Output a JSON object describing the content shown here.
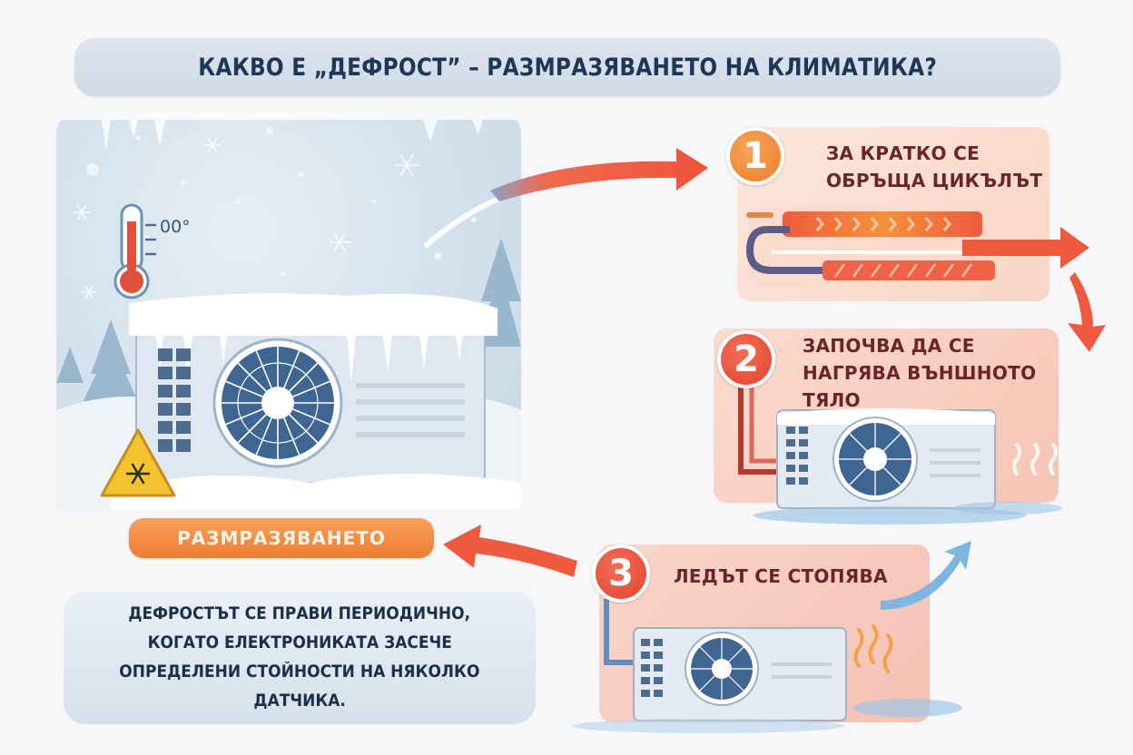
{
  "title": "КАКВО Е „ДЕФРОСТ” – РАЗМРАЗЯВАНЕТО НА КЛИМАТИКА?",
  "scene": {
    "thermometer_label": "00°",
    "icons": [
      "thermometer-icon",
      "snowflake-warning-sign-icon",
      "frozen-outdoor-unit",
      "snowflake-icon",
      "pine-tree-icon"
    ]
  },
  "defrost_label": "РАЗМРАЗЯВАНЕТО",
  "info": {
    "lines": [
      "ДЕФРОСТЪТ СЕ ПРАВИ ПЕРИОДИЧНО,",
      "КОГАТО ЕЛЕКТРОНИКАТА ЗАСЕЧЕ",
      "ОПРЕДЕЛЕНИ СТОЙНОСТИ НА НЯКОЛКО",
      "ДАТЧИКА."
    ]
  },
  "steps": [
    {
      "number": "1",
      "lines": [
        "ЗА КРАТКО СЕ",
        "ОБРЪЩА ЦИКЪЛЪТ"
      ],
      "illustration": "reversed-refrigerant-cycle"
    },
    {
      "number": "2",
      "lines": [
        "ЗАПОЧВА ДА СЕ",
        "НАГРЯВА ВЪНШНОТО",
        "ТЯЛО"
      ],
      "illustration": "heating-outdoor-unit"
    },
    {
      "number": "3",
      "lines": [
        "ЛЕДЪТ СЕ СТОПЯВА"
      ],
      "illustration": "ice-melting-outdoor-unit"
    }
  ],
  "colors": {
    "title_text": "#1f3756",
    "step_text": "#6b2428",
    "orange": "#ee7d30",
    "red": "#e2452f",
    "arrow_red": "#ef5a3e",
    "arrow_blue": "#7fb6e0"
  }
}
